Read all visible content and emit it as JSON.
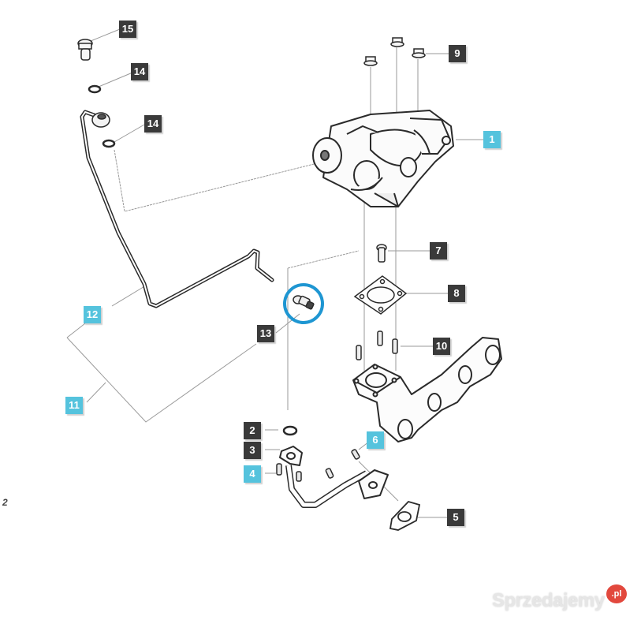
{
  "diagram": {
    "title": "Turbocharger and exhaust manifold exploded parts diagram",
    "page_marker": "2",
    "colors": {
      "dark_callout": "#3a3a3a",
      "cyan_callout": "#55c3dd",
      "highlight_ring": "#1e96d2",
      "line": "#333333",
      "leader": "#9a9a9a"
    },
    "callouts": [
      {
        "id": "c15",
        "label": "15",
        "style": "dark",
        "part": "banjo bolt"
      },
      {
        "id": "c14a",
        "label": "14",
        "style": "dark",
        "part": "sealing washer (upper)"
      },
      {
        "id": "c14b",
        "label": "14",
        "style": "dark",
        "part": "sealing washer (lower)"
      },
      {
        "id": "c9",
        "label": "9",
        "style": "dark",
        "part": "flange nut"
      },
      {
        "id": "c1",
        "label": "1",
        "style": "cyan",
        "part": "turbocharger"
      },
      {
        "id": "c7",
        "label": "7",
        "style": "dark",
        "part": "bolt"
      },
      {
        "id": "c8",
        "label": "8",
        "style": "dark",
        "part": "turbo gasket"
      },
      {
        "id": "c10",
        "label": "10",
        "style": "dark",
        "part": "stud"
      },
      {
        "id": "c12",
        "label": "12",
        "style": "cyan",
        "part": "oil feed pipe"
      },
      {
        "id": "c13",
        "label": "13",
        "style": "dark",
        "part": "union fitting (highlighted)"
      },
      {
        "id": "c11",
        "label": "11",
        "style": "cyan",
        "part": "oil feed pipe kit"
      },
      {
        "id": "c2",
        "label": "2",
        "style": "dark",
        "part": "o-ring"
      },
      {
        "id": "c3",
        "label": "3",
        "style": "dark",
        "part": "flange gasket"
      },
      {
        "id": "c6",
        "label": "6",
        "style": "cyan",
        "part": "bolt"
      },
      {
        "id": "c4",
        "label": "4",
        "style": "cyan",
        "part": "bolt"
      },
      {
        "id": "c5",
        "label": "5",
        "style": "dark",
        "part": "return pipe gasket"
      }
    ]
  },
  "watermark": {
    "text": "Sprzedajemy",
    "badge": ".pl"
  }
}
